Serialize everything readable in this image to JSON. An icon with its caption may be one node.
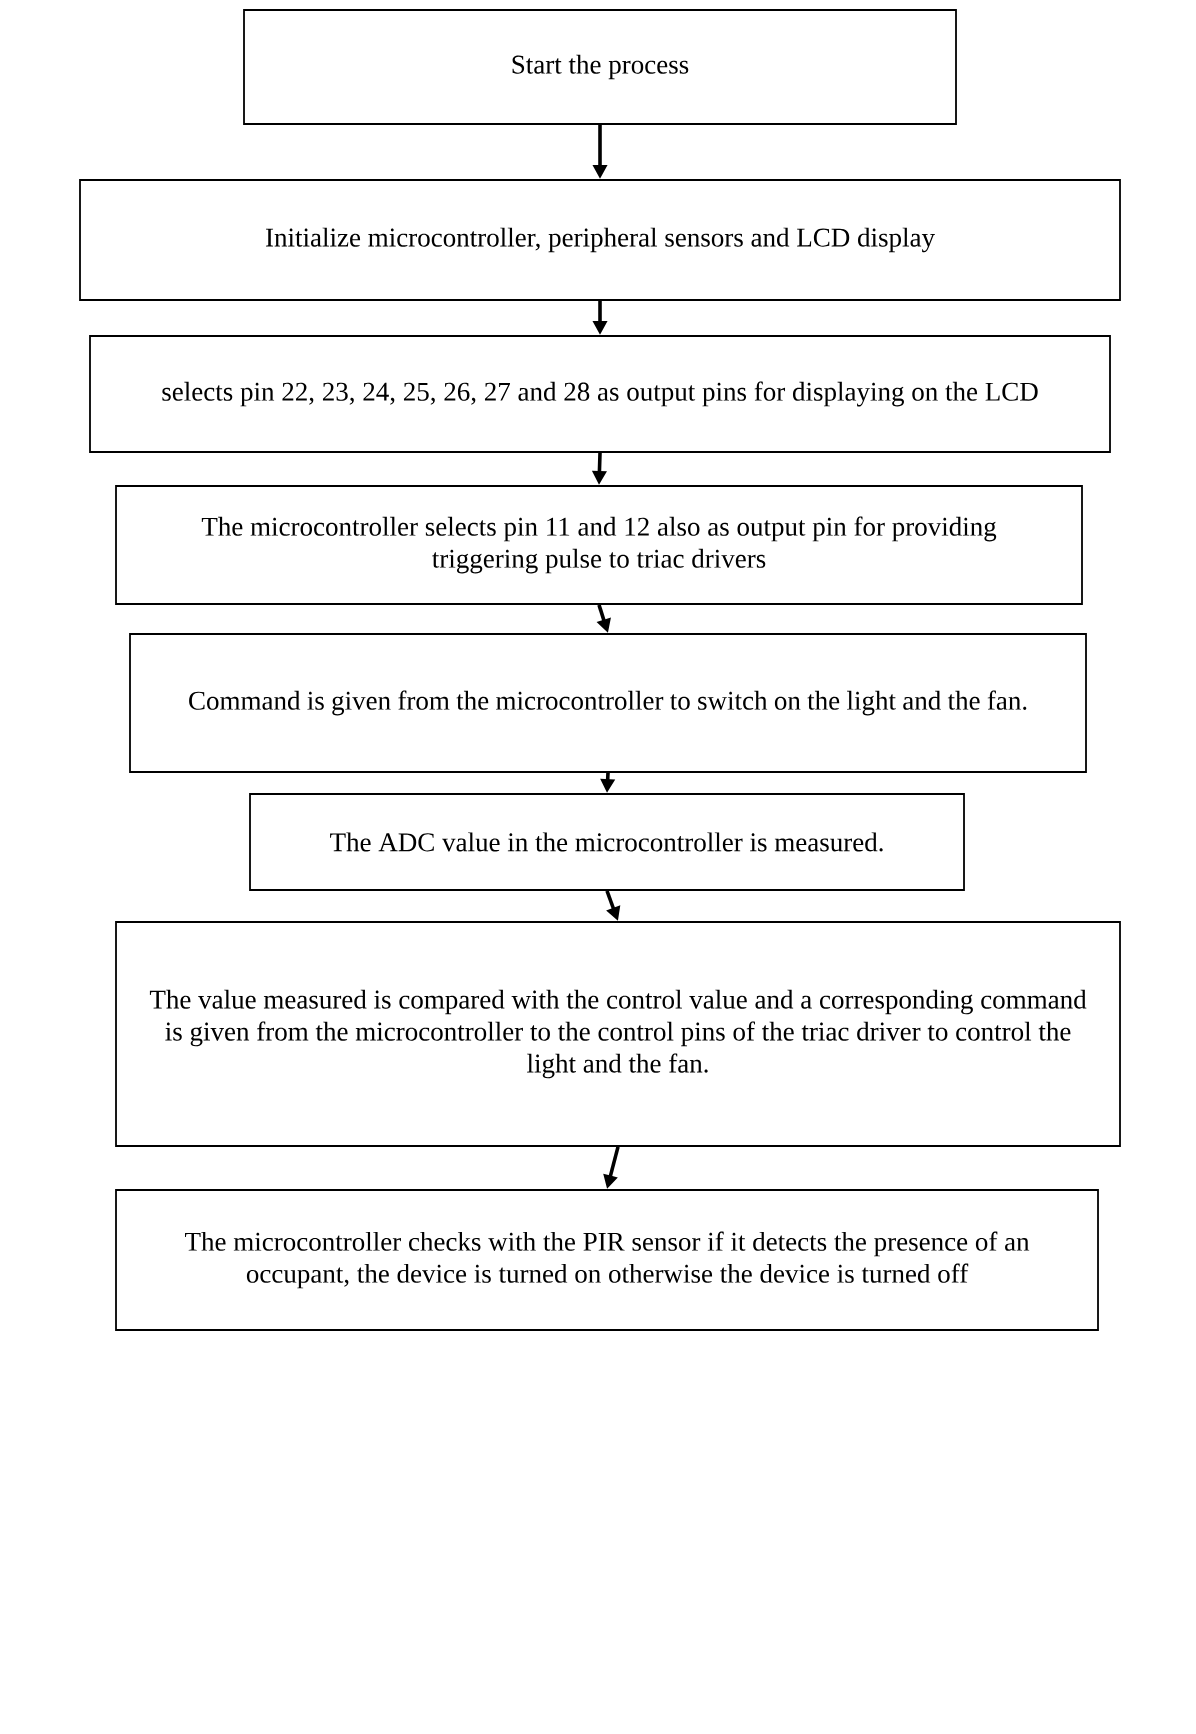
{
  "diagram": {
    "nodes": [
      {
        "text": [
          "Start the process"
        ]
      },
      {
        "text": [
          "Initialize microcontroller, peripheral sensors and LCD display"
        ]
      },
      {
        "text": [
          "selects pin 22, 23, 24, 25, 26, 27 and 28 as output pins for displaying on the LCD"
        ]
      },
      {
        "text": [
          "The microcontroller selects pin 11 and 12 also as output pin for providing triggering pulse to triac drivers"
        ]
      },
      {
        "text": [
          "Command is given from the microcontroller to switch on the light and the fan."
        ]
      },
      {
        "text": [
          "The ADC value in the microcontroller is measured."
        ]
      },
      {
        "text": [
          "The value measured is compared with the control value and a corresponding command is given from the microcontroller to the control pins of the triac driver to control the light and the fan."
        ]
      },
      {
        "text": [
          "The microcontroller checks with the PIR sensor if it detects the presence of an occupant, the device is turned on otherwise the device is turned off"
        ]
      }
    ],
    "edges": [
      {
        "from": 0,
        "to": 1,
        "arrow": "to"
      },
      {
        "from": 1,
        "to": 2,
        "arrow": "to"
      },
      {
        "from": 2,
        "to": 3,
        "arrow": "to"
      },
      {
        "from": 3,
        "to": 4,
        "arrow": "to"
      },
      {
        "from": 4,
        "to": 5,
        "arrow": "to"
      },
      {
        "from": 5,
        "to": 6,
        "arrow": "to"
      },
      {
        "from": 6,
        "to": 7,
        "arrow": "to"
      }
    ]
  }
}
